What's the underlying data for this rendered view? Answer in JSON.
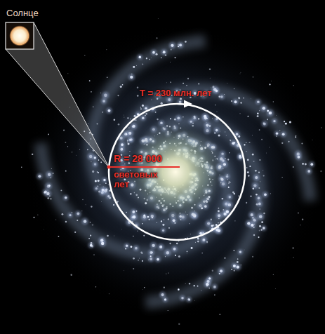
{
  "diagram": {
    "labels": [
      "Солнце",
      "T = 230 млн. лет",
      "R = 28 000",
      "световых лет"
    ]
  }
}
